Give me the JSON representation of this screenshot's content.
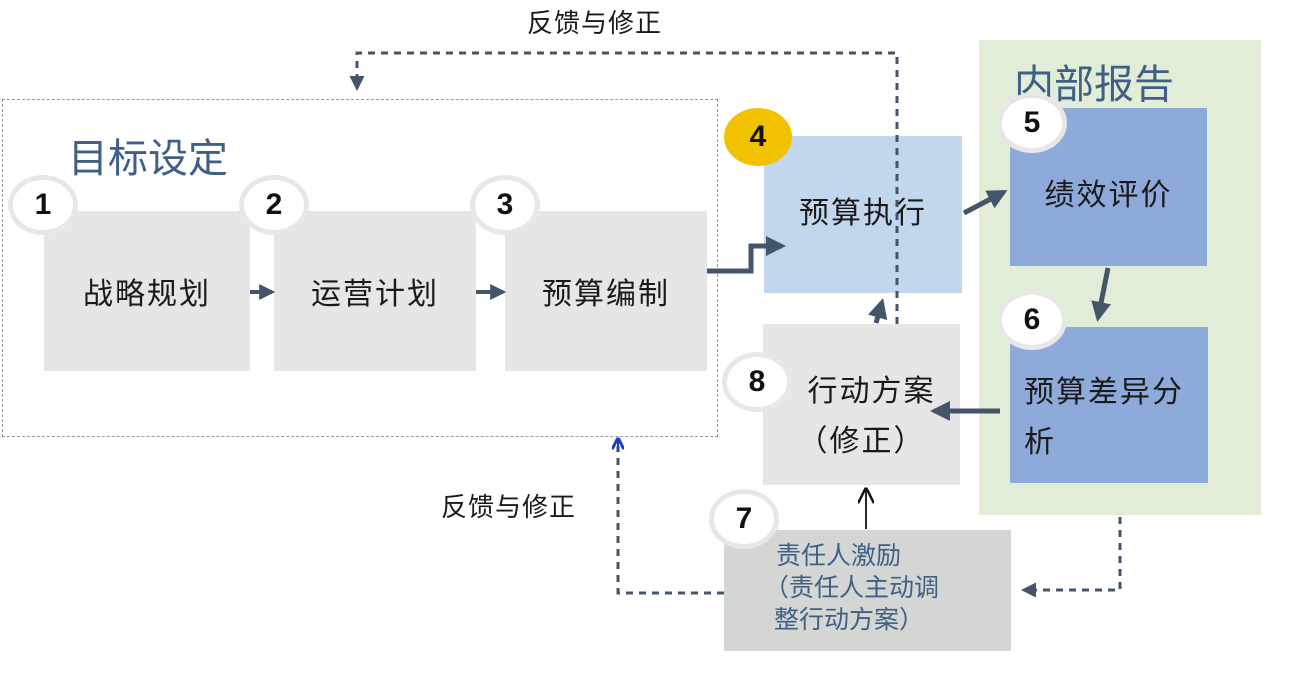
{
  "groups": {
    "goal_setting_title": "目标设定",
    "internal_report_title": "内部报告"
  },
  "steps": {
    "s1": {
      "num": "1",
      "label": "战略规划"
    },
    "s2": {
      "num": "2",
      "label": "运营计划"
    },
    "s3": {
      "num": "3",
      "label": "预算编制"
    },
    "s4": {
      "num": "4",
      "label": "预算执行"
    },
    "s5": {
      "num": "5",
      "label": "绩效评价"
    },
    "s6": {
      "num": "6",
      "label_line1": "预算差异分",
      "label_line2": "析"
    },
    "s7": {
      "num": "7",
      "label_line1": "责任人激励",
      "label_line2": "（责任人主动调",
      "label_line3": "整行动方案）"
    },
    "s8": {
      "num": "8",
      "label_line1": "行动方案",
      "label_line2": "（修正）"
    }
  },
  "feedback": {
    "top": "反馈与修正",
    "left": "反馈与修正"
  },
  "colors": {
    "arrow": "#44546a",
    "feedback_dash": "#44546a",
    "blue_arrow": "#1f3fbf",
    "light_blue": "#c2d6ee",
    "mid_blue": "#8eaadb",
    "green_panel": "#e1edd6",
    "grey_box": "#e6e6e6",
    "gold": "#f2c200"
  }
}
